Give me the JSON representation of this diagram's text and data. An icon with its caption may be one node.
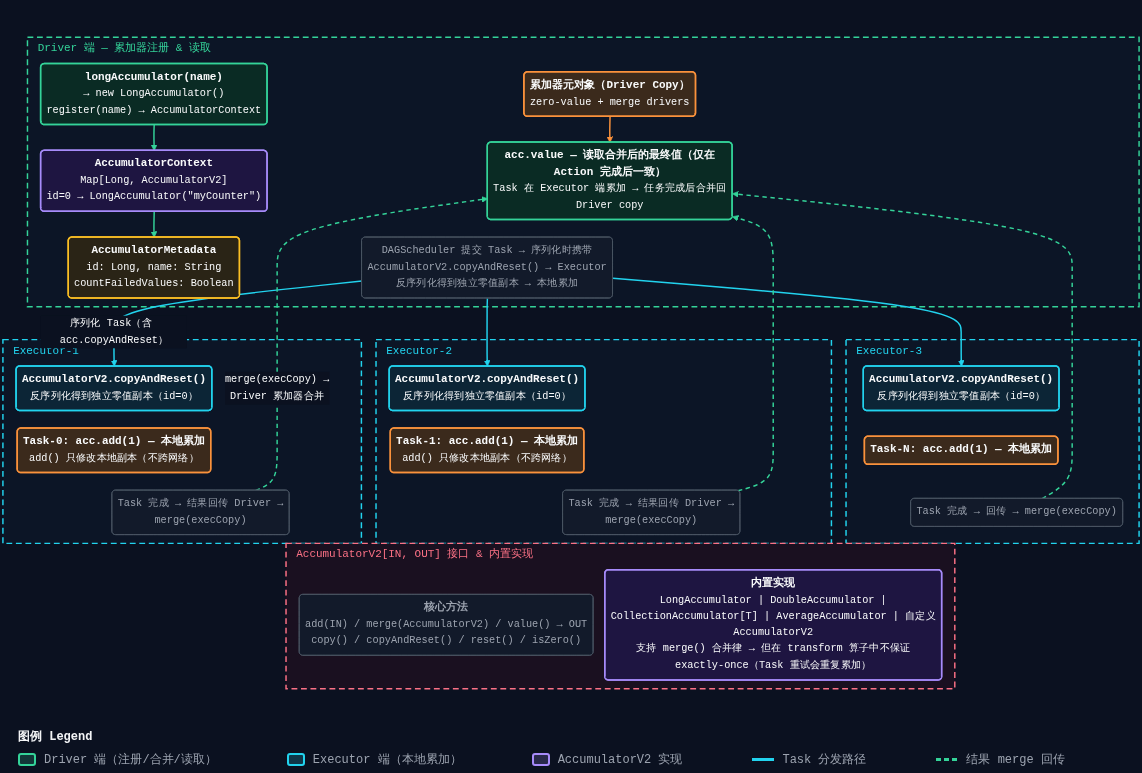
{
  "diagram": {
    "nodes": [
      {
        "text": [
          "Driver 端 — 累加器注册 & 读取"
        ]
      },
      {
        "text": [
          "longAccumulator(name)",
          "→ new LongAccumulator()",
          "register(name) → AccumulatorContext"
        ],
        "in": 0
      },
      {
        "text": [
          "AccumulatorContext",
          "Map[Long, AccumulatorV2]",
          "id=0 → LongAccumulator(\"myCounter\")"
        ],
        "in": 0
      },
      {
        "text": [
          "AccumulatorMetadata",
          "id: Long, name: String",
          "countFailedValues: Boolean"
        ],
        "in": 0
      },
      {
        "text": [
          "累加器元对象（Driver Copy）",
          "zero-value + merge drivers"
        ],
        "in": 0
      },
      {
        "text": [
          "acc.value — 读取合并后的最终值（仅在 Action 完成后一致）",
          "Task 在 Executor 端累加 → 任务完成后合并回 Driver copy"
        ],
        "in": 0
      },
      {
        "text": [
          "DAGScheduler 提交 Task → 序列化时携带 AccumulatorV2.copyAndReset() → Executor 反序列化得到独立零值副本 → 本地累加"
        ],
        "in": 0
      },
      {
        "text": [
          "Executor-1"
        ]
      },
      {
        "text": [
          "AccumulatorV2.copyAndReset()",
          "反序列化得到独立零值副本（id=0）"
        ],
        "in": 7
      },
      {
        "text": [
          "Task-0: acc.add(1) — 本地累加",
          "add() 只修改本地副本（不跨网络）"
        ],
        "in": 7
      },
      {
        "text": [
          "Task 完成 → 结果回传 Driver → merge(execCopy)"
        ],
        "in": 7
      },
      {
        "text": [
          "Executor-2"
        ]
      },
      {
        "text": [
          "AccumulatorV2.copyAndReset()",
          "反序列化得到独立零值副本（id=0）"
        ],
        "in": 11
      },
      {
        "text": [
          "Task-1: acc.add(1) — 本地累加",
          "add() 只修改本地副本（不跨网络）"
        ],
        "in": 11
      },
      {
        "text": [
          "Task 完成 → 结果回传 Driver → merge(execCopy)"
        ],
        "in": 11
      },
      {
        "text": [
          "Executor-3"
        ]
      },
      {
        "text": [
          "AccumulatorV2.copyAndReset()",
          "反序列化得到独立零值副本（id=0）"
        ],
        "in": 15
      },
      {
        "text": [
          "Task-N: acc.add(1) — 本地累加"
        ],
        "in": 15
      },
      {
        "text": [
          "Task 完成 → 回传 → merge(execCopy)"
        ],
        "in": 15
      },
      {
        "text": [
          "AccumulatorV2[IN, OUT] 接口 & 内置实现"
        ]
      },
      {
        "text": [
          "核心方法",
          "add(IN) / merge(AccumulatorV2) / value() → OUT",
          "copy() / copyAndReset() / reset() / isZero()"
        ],
        "in": 19
      },
      {
        "text": [
          "内置实现",
          "LongAccumulator | DoubleAccumulator | CollectionAccumulator[T] | AverageAccumulator | 自定义 AccumulatorV2",
          "支持 merge() 合并律 → 但在 transform 算子中不保证 exactly-once（Task 重试会重复累加）"
        ],
        "in": 19
      }
    ],
    "edges": [
      {
        "from": 1,
        "to": 2,
        "arrow": "to"
      },
      {
        "from": 2,
        "to": 3,
        "arrow": "to"
      },
      {
        "from": 4,
        "to": 5,
        "arrow": "to",
        "color": "#fb923c"
      },
      {
        "from": 6,
        "to": 8,
        "arrow": "to",
        "label": "序列化 Task（含 acc.copyAndReset）",
        "color": "#22d3ee"
      },
      {
        "from": 6,
        "to": 12,
        "arrow": "to",
        "color": "#22d3ee"
      },
      {
        "from": 6,
        "to": 16,
        "arrow": "to",
        "color": "#22d3ee"
      },
      {
        "from": 10,
        "to": 5,
        "arrow": "to",
        "style": "dashed",
        "label": "merge(execCopy) → Driver 累加器合并"
      },
      {
        "from": 14,
        "to": 5,
        "arrow": "to",
        "style": "dashed"
      },
      {
        "from": 18,
        "to": 5,
        "arrow": "to",
        "style": "dashed"
      }
    ],
    "labels": [
      "图例 Legend"
    ],
    "legend": [
      {
        "text": "Driver 端（注册/合并/读取）",
        "color": "#34d399"
      },
      {
        "text": "Executor 端（本地累加）",
        "color": "#22d3ee"
      },
      {
        "text": "AccumulatorV2 实现",
        "color": "#a78bfa"
      },
      {
        "text": "Task 分发路径"
      },
      {
        "text": "结果 merge 回传"
      }
    ]
  }
}
